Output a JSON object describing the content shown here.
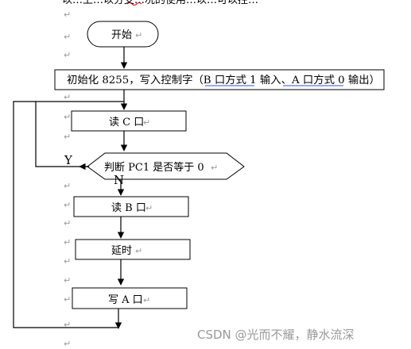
{
  "top_text": "以…上…以分支…况的使用…以…可以控…",
  "paragraph_mark": "↵",
  "nodes": {
    "start": "开始",
    "init": "初始化 8255，写入控制字（B 口方式 1 输入、A 口方式 0 输出）",
    "read_c": "读  C 口",
    "decide": "判断 PC1 是否等于 0",
    "read_b": "读  B 口",
    "delay": "延时",
    "write_a": "写  A 口"
  },
  "branch_labels": {
    "yes": "Y",
    "no": "N"
  },
  "watermark": "CSDN @光而不耀，静水流深",
  "colors": {
    "line": "#000000",
    "mark": "#9a9a9a",
    "squiggle": "#d00000",
    "underline": "#3355cc"
  }
}
